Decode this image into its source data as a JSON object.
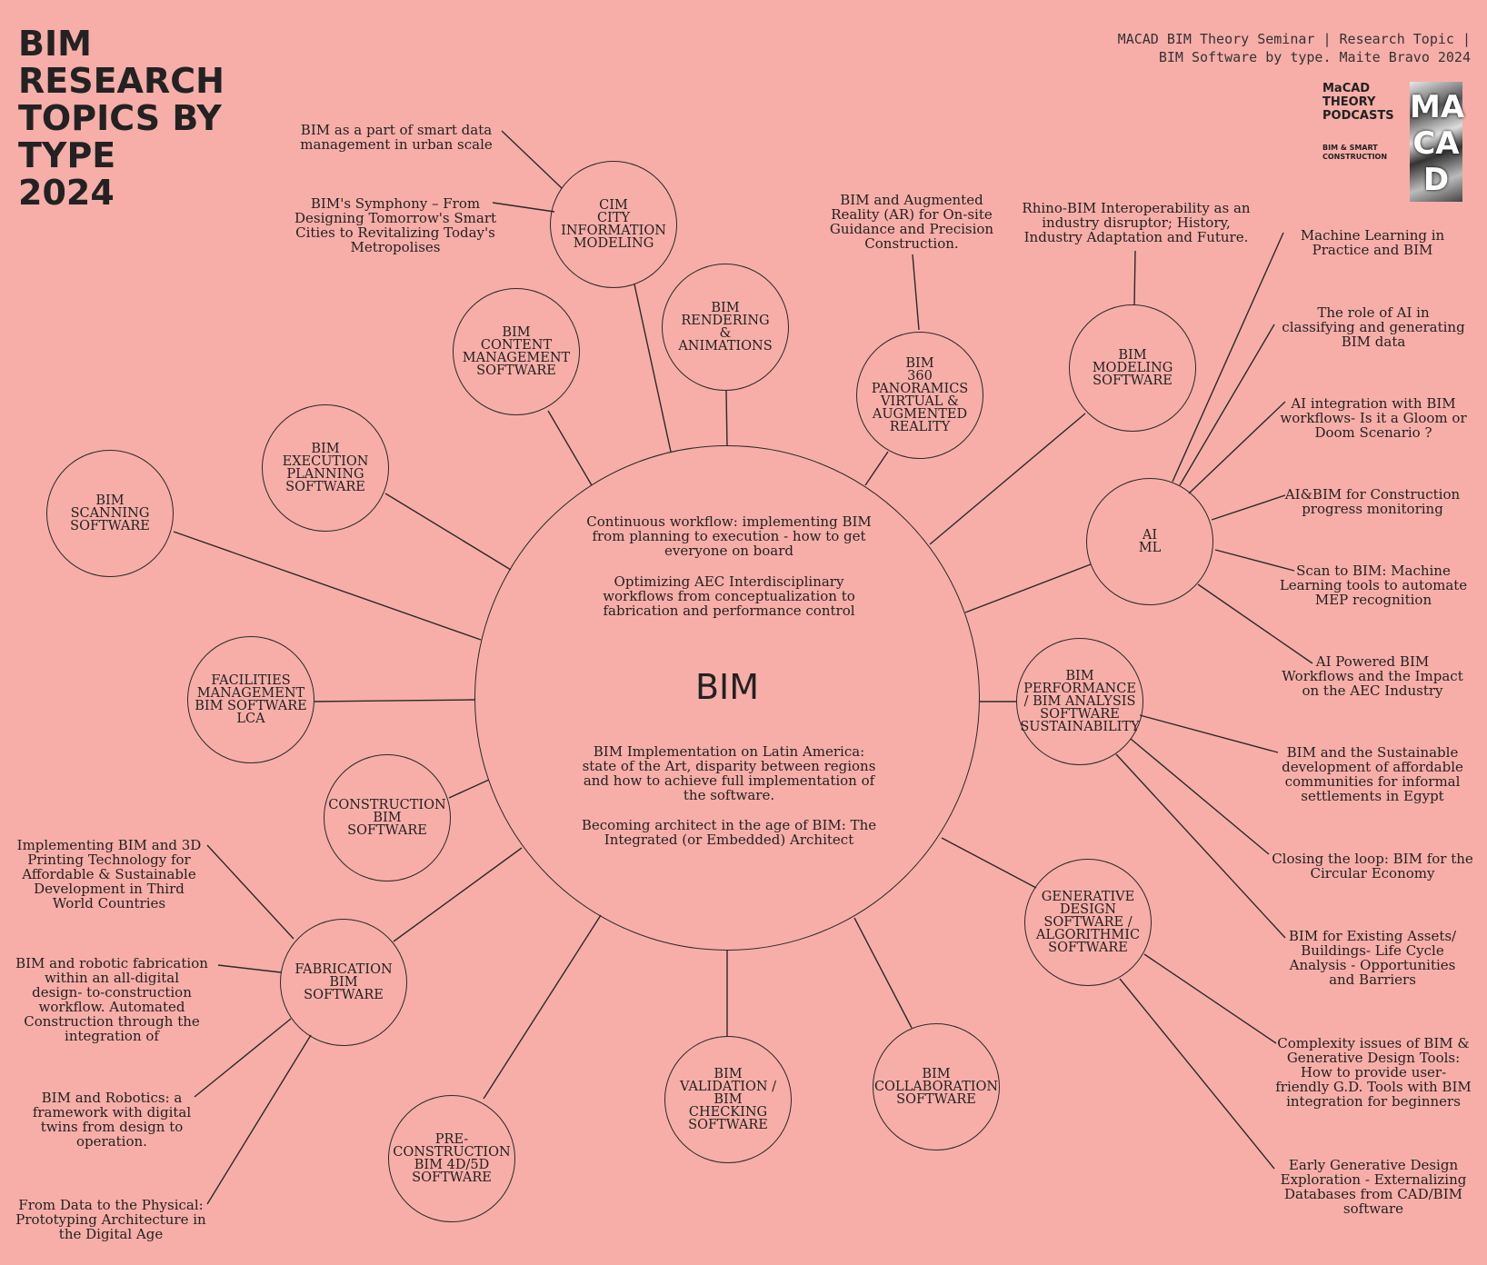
{
  "header": {
    "title_lines": [
      "BIM",
      "RESEARCH",
      "TOPICS BY",
      "TYPE",
      "2024"
    ],
    "subtitle_lines": [
      "MACAD BIM Theory Seminar | Research Topic |",
      "BIM Software by type. Maite Bravo 2024"
    ]
  },
  "logo": {
    "name_lines": [
      "MaCAD",
      "THEORY",
      "PODCASTS"
    ],
    "sub_lines": [
      "BIM & SMART",
      "CONSTRUCTION"
    ],
    "mark_lines": [
      "MA",
      "CA",
      "D"
    ]
  },
  "center": {
    "title": "BIM",
    "top_topics": [
      [
        "Continuous workflow: implementing BIM",
        "from planning to execution - how to get",
        "everyone on board"
      ],
      [
        "Optimizing AEC Interdisciplinary",
        "workflows from conceptualization to",
        "fabrication and performance control"
      ]
    ],
    "bottom_topics": [
      [
        "BIM Implementation on Latin America:",
        "state of the Art, disparity between regions",
        "and how to achieve full implementation of",
        "the software."
      ],
      [
        "Becoming architect in the age of BIM: The",
        "Integrated (or Embedded) Architect"
      ]
    ]
  },
  "nodes": [
    {
      "id": "cim",
      "lines": [
        "CIM",
        "CITY",
        "INFORMATION",
        "MODELING"
      ]
    },
    {
      "id": "rendering",
      "lines": [
        "BIM",
        "RENDERING",
        "&",
        "ANIMATIONS"
      ]
    },
    {
      "id": "content",
      "lines": [
        "BIM",
        "CONTENT",
        "MANAGEMENT",
        "SOFTWARE"
      ]
    },
    {
      "id": "panoramics",
      "lines": [
        "BIM",
        "360",
        "PANORAMICS",
        "VIRTUAL &",
        "AUGMENTED",
        "REALITY"
      ]
    },
    {
      "id": "modeling",
      "lines": [
        "BIM",
        "MODELING",
        "SOFTWARE"
      ]
    },
    {
      "id": "execution",
      "lines": [
        "BIM",
        "EXECUTION",
        "PLANNING",
        "SOFTWARE"
      ]
    },
    {
      "id": "scanning",
      "lines": [
        "BIM",
        "SCANNING",
        "SOFTWARE"
      ]
    },
    {
      "id": "aiml",
      "lines": [
        "AI",
        "ML"
      ]
    },
    {
      "id": "facilities",
      "lines": [
        "FACILITIES",
        "MANAGEMENT",
        "BIM SOFTWARE",
        "LCA"
      ]
    },
    {
      "id": "performance",
      "lines": [
        "BIM",
        "PERFORMANCE",
        "/ BIM ANALYSIS",
        "SOFTWARE",
        "SUSTAINABILITY"
      ]
    },
    {
      "id": "construction",
      "lines": [
        "CONSTRUCTION",
        "BIM",
        "SOFTWARE"
      ]
    },
    {
      "id": "generative",
      "lines": [
        "GENERATIVE",
        "DESIGN",
        "SOFTWARE /",
        "ALGORITHMIC",
        "SOFTWARE"
      ]
    },
    {
      "id": "fabrication",
      "lines": [
        "FABRICATION",
        "BIM",
        "SOFTWARE"
      ]
    },
    {
      "id": "validation",
      "lines": [
        "BIM",
        "VALIDATION /",
        "BIM",
        "CHECKING",
        "SOFTWARE"
      ]
    },
    {
      "id": "collaboration",
      "lines": [
        "BIM",
        "COLLABORATION",
        "SOFTWARE"
      ]
    },
    {
      "id": "preconstruction",
      "lines": [
        "PRE-",
        "CONSTRUCTION",
        "BIM 4D/5D",
        "SOFTWARE"
      ]
    }
  ],
  "topics": [
    {
      "id": "t_cim1",
      "lines": [
        "BIM as a part of smart data",
        "management in urban scale"
      ]
    },
    {
      "id": "t_cim2",
      "lines": [
        "BIM's Symphony – From",
        "Designing Tomorrow's Smart",
        "Cities to Revitalizing Today's",
        "Metropolises"
      ]
    },
    {
      "id": "t_ar",
      "lines": [
        "BIM and Augmented",
        "Reality (AR) for On-site",
        "Guidance and Precision",
        "Construction."
      ]
    },
    {
      "id": "t_rhino",
      "lines": [
        "Rhino-BIM Interoperability as an",
        "industry disruptor; History,",
        "Industry Adaptation and Future."
      ]
    },
    {
      "id": "t_ai1",
      "lines": [
        "Machine Learning in",
        "Practice and BIM"
      ]
    },
    {
      "id": "t_ai2",
      "lines": [
        "The role of AI in",
        "classifying and generating",
        "BIM data"
      ]
    },
    {
      "id": "t_ai3",
      "lines": [
        "AI integration with BIM",
        "workflows- Is it a Gloom or",
        "Doom Scenario ?"
      ]
    },
    {
      "id": "t_ai4",
      "lines": [
        "AI&BIM for Construction",
        "progress monitoring"
      ]
    },
    {
      "id": "t_ai5",
      "lines": [
        "Scan to BIM: Machine",
        "Learning tools to automate",
        "MEP recognition"
      ]
    },
    {
      "id": "t_ai6",
      "lines": [
        "AI Powered BIM",
        "Workflows and the Impact",
        "on the AEC Industry"
      ]
    },
    {
      "id": "t_perf1",
      "lines": [
        "BIM and the Sustainable",
        "development of affordable",
        "communities for informal",
        "settlements in Egypt"
      ]
    },
    {
      "id": "t_perf2",
      "lines": [
        "Closing the loop: BIM for the",
        "Circular Economy"
      ]
    },
    {
      "id": "t_perf3",
      "lines": [
        "BIM for Existing Assets/",
        "Buildings- Life Cycle",
        "Analysis - Opportunities",
        "and Barriers"
      ]
    },
    {
      "id": "t_gen1",
      "lines": [
        "Complexity issues of BIM &",
        "Generative Design Tools:",
        "How to provide user-",
        "friendly G.D. Tools with BIM",
        "integration for beginners"
      ]
    },
    {
      "id": "t_gen2",
      "lines": [
        "Early Generative Design",
        "Exploration - Externalizing",
        "Databases from CAD/BIM",
        "software"
      ]
    },
    {
      "id": "t_fab1",
      "lines": [
        "Implementing BIM and 3D",
        "Printing Technology for",
        "Affordable & Sustainable",
        "Development in Third",
        "World Countries"
      ]
    },
    {
      "id": "t_fab2",
      "lines": [
        "BIM and robotic fabrication",
        "within an all-digital",
        "design- to-construction",
        "workflow. Automated",
        "Construction through the",
        "integration of"
      ]
    },
    {
      "id": "t_fab3",
      "lines": [
        "BIM and Robotics: a",
        "framework with digital",
        "twins from design to",
        "operation."
      ]
    },
    {
      "id": "t_fab4",
      "lines": [
        "From Data to the Physical:",
        "Prototyping Architecture in",
        "the Digital Age"
      ]
    }
  ]
}
